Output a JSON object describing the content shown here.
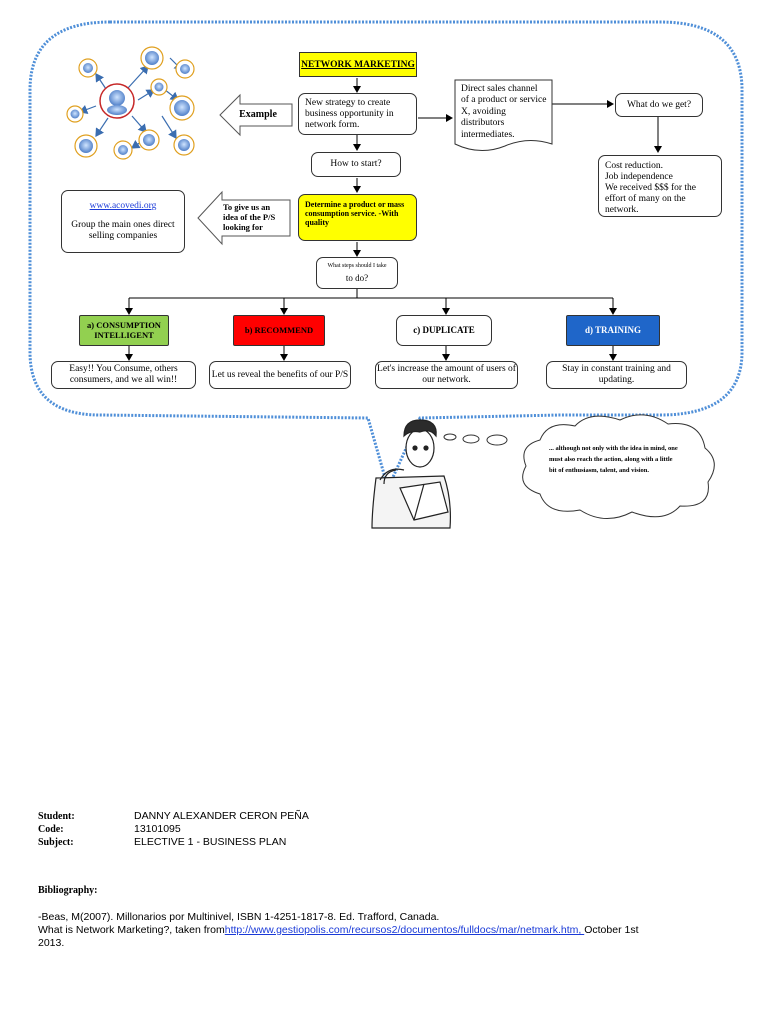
{
  "diagram": {
    "title": "NETWORK MARKETING",
    "strategy": "New strategy to create business opportunity in network form.",
    "example_label": "Example",
    "direct_sales": "Direct sales channel of a product or service X, avoiding distributors intermediates.",
    "what_do_we_get": "What do we get?",
    "benefits": [
      "Cost reduction.",
      "Job independence",
      "We received $$$ for the",
      "effort of many on the network."
    ],
    "how_to_start": "How to start?",
    "determine": "Determine a product or mass consumption service. -With quality",
    "give_us_idea": "To give us an idea of the P/S looking for",
    "acovedi_link": "www.acovedi.org",
    "acovedi_desc": "Group the main ones direct selling companies",
    "what_steps": "What steps should I take",
    "to_do": "to do?",
    "steps": [
      {
        "label": "a) CONSUMPTION INTELLIGENT",
        "desc": "Easy!! You Consume, others consumers, and we all win!!",
        "color": "#92d050"
      },
      {
        "label": "b) RECOMMEND",
        "desc": "Let us reveal the benefits of our P/S",
        "color": "#ff0000"
      },
      {
        "label": "c) DUPLICATE",
        "desc": "Let's increase the amount of users of our network.",
        "color": "#ffffff"
      },
      {
        "label": "d) TRAINING",
        "desc": "Stay in constant training and updating.",
        "color": "#1f66c9"
      }
    ],
    "thought": "... although not only with the idea in mind, one must also reach the action, along with a little bit of enthusiasm, talent, and vision."
  },
  "info": {
    "student_label": "Student:",
    "student_value": "DANNY ALEXANDER CERON PEÑA",
    "code_label": "Code:",
    "code_value": "13101095",
    "subject_label": "Subject:",
    "subject_value": "ELECTIVE 1 - BUSINESS PLAN"
  },
  "bibliography": {
    "heading": "Bibliography:",
    "entry1": "-Beas, M(2007). Millonarios por Multinivel, ISBN 1-4251-1817-8. Ed. Trafford, Canada.",
    "entry2_prefix": "What is Network Marketing?, taken from",
    "entry2_link": "http://www.gestiopolis.com/recursos2/documentos/fulldocs/mar/netmark.htm, ",
    "entry2_suffix": "October 1st",
    "entry2_year": "2013."
  },
  "colors": {
    "title_bg": "#ffff00",
    "bubble_border": "#4f8fd8",
    "determine_bg": "#ffff00"
  }
}
